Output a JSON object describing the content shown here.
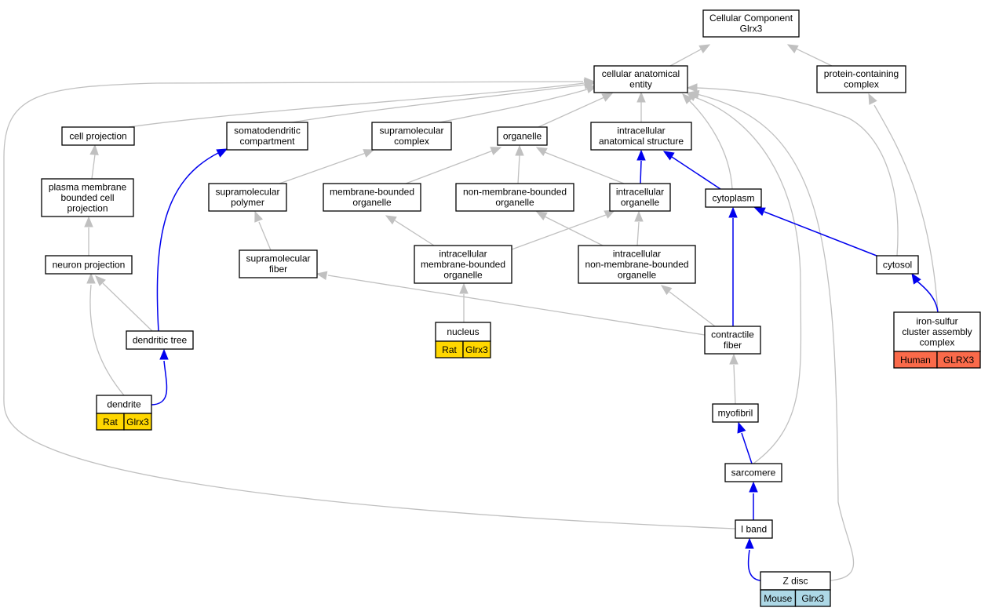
{
  "diagram": {
    "root": {
      "lines": [
        "Cellular Component",
        "Glrx3"
      ]
    },
    "nodes": {
      "cae": {
        "lines": [
          "cellular anatomical",
          "entity"
        ]
      },
      "pcc": {
        "lines": [
          "protein-containing",
          "complex"
        ]
      },
      "cp": {
        "lines": [
          "cell projection"
        ]
      },
      "sdc": {
        "lines": [
          "somatodendritic",
          "compartment"
        ]
      },
      "smc": {
        "lines": [
          "supramolecular",
          "complex"
        ]
      },
      "org": {
        "lines": [
          "organelle"
        ]
      },
      "ias": {
        "lines": [
          "intracellular",
          "anatomical structure"
        ]
      },
      "pmbcp": {
        "lines": [
          "plasma membrane",
          "bounded cell",
          "projection"
        ]
      },
      "smp": {
        "lines": [
          "supramolecular",
          "polymer"
        ]
      },
      "mbo": {
        "lines": [
          "membrane-bounded",
          "organelle"
        ]
      },
      "nmbo": {
        "lines": [
          "non-membrane-bounded",
          "organelle"
        ]
      },
      "io": {
        "lines": [
          "intracellular",
          "organelle"
        ]
      },
      "cyto": {
        "lines": [
          "cytoplasm"
        ]
      },
      "np": {
        "lines": [
          "neuron projection"
        ]
      },
      "smf": {
        "lines": [
          "supramolecular",
          "fiber"
        ]
      },
      "imbo": {
        "lines": [
          "intracellular",
          "membrane-bounded",
          "organelle"
        ]
      },
      "inmbo": {
        "lines": [
          "intracellular",
          "non-membrane-bounded",
          "organelle"
        ]
      },
      "cytosol": {
        "lines": [
          "cytosol"
        ]
      },
      "dt": {
        "lines": [
          "dendritic tree"
        ]
      },
      "cf": {
        "lines": [
          "contractile",
          "fiber"
        ]
      },
      "myo": {
        "lines": [
          "myofibril"
        ]
      },
      "sarc": {
        "lines": [
          "sarcomere"
        ]
      },
      "iband": {
        "lines": [
          "I band"
        ]
      }
    },
    "annotated": {
      "nucleus": {
        "lines": [
          "nucleus"
        ],
        "species": "Rat",
        "gene": "Glrx3",
        "color": "#ffd700"
      },
      "dendrite": {
        "lines": [
          "dendrite"
        ],
        "species": "Rat",
        "gene": "Glrx3",
        "color": "#ffd700"
      },
      "isc": {
        "lines": [
          "iron-sulfur",
          "cluster assembly",
          "complex"
        ],
        "species": "Human",
        "gene": "GLRX3",
        "color": "#fa6a4a"
      },
      "zdisc": {
        "lines": [
          "Z disc"
        ],
        "species": "Mouse",
        "gene": "Glrx3",
        "color": "#add8e6"
      }
    },
    "colors": {
      "edge_gray": "#c0c0c0",
      "edge_blue": "#0000ee",
      "box_border": "#000000"
    }
  }
}
